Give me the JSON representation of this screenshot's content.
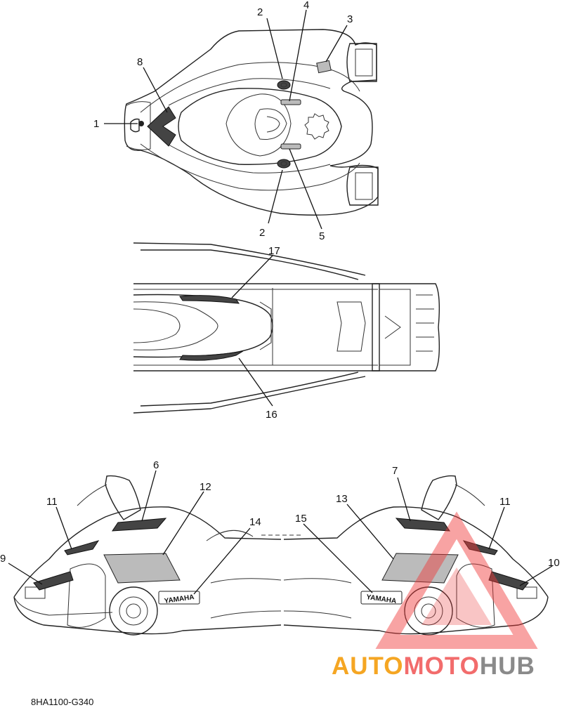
{
  "callouts": [
    {
      "id": "c1",
      "label": "1"
    },
    {
      "id": "c2a",
      "label": "2"
    },
    {
      "id": "c2b",
      "label": "2"
    },
    {
      "id": "c3",
      "label": "3"
    },
    {
      "id": "c4",
      "label": "4"
    },
    {
      "id": "c5",
      "label": "5"
    },
    {
      "id": "c6",
      "label": "6"
    },
    {
      "id": "c7",
      "label": "7"
    },
    {
      "id": "c8",
      "label": "8"
    },
    {
      "id": "c9",
      "label": "9"
    },
    {
      "id": "c10",
      "label": "10"
    },
    {
      "id": "c11a",
      "label": "11"
    },
    {
      "id": "c11b",
      "label": "11"
    },
    {
      "id": "c12",
      "label": "12"
    },
    {
      "id": "c13",
      "label": "13"
    },
    {
      "id": "c14",
      "label": "14"
    },
    {
      "id": "c15",
      "label": "15"
    },
    {
      "id": "c16",
      "label": "16"
    },
    {
      "id": "c17",
      "label": "17"
    }
  ],
  "figure_code": "8HA1100-G340",
  "decal_brand_left": "YAMAHA",
  "decal_brand_right": "YAMAHA",
  "watermark": {
    "part1": "AUTO",
    "part2": "MOTO",
    "part3": "HUB",
    "color_orange": "#f5a623",
    "color_red": "#ee3b3b",
    "color_gray": "#8a8a8a"
  }
}
